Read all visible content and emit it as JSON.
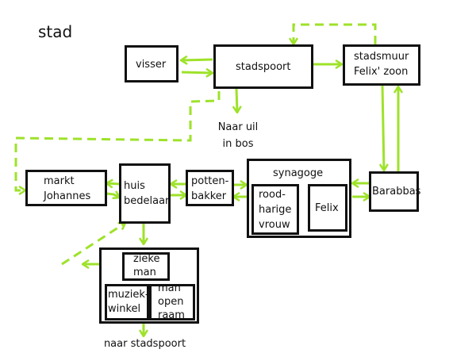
{
  "title": "stad",
  "nodes": {
    "visser": "visser",
    "stadspoort": "stadspoort",
    "stadsmuur": "stadsmuur\nFelix' zoon",
    "naar_uil": "Naar uil\nin bos",
    "markt": "markt\nJohannes",
    "huis_bedelaar": "huis\nbedelaar",
    "pottenbakker": "potten-\nbakker",
    "synagoge": "synagoge",
    "roodharige_vrouw": "rood-\nharige\nvrouw",
    "felix": "Felix",
    "barabbas": "Barabbas",
    "zieke_man": "zieke\nman",
    "muziekwinkel": "muziek-\nwinkel",
    "man_open_raam": "man\nopen\nraam",
    "naar_stadspoort": "naar stadspoort"
  },
  "edges": [
    {
      "from": "stadspoort",
      "to": "visser",
      "style": "solid"
    },
    {
      "from": "visser",
      "to": "stadspoort",
      "style": "solid"
    },
    {
      "from": "stadspoort",
      "to": "stadsmuur",
      "style": "solid"
    },
    {
      "from": "stadsmuur",
      "to": "stadspoort",
      "style": "dashed"
    },
    {
      "from": "stadspoort",
      "to": "naar_uil",
      "style": "solid"
    },
    {
      "from": "stadsmuur",
      "to": "barabbas",
      "style": "solid"
    },
    {
      "from": "barabbas",
      "to": "stadsmuur",
      "style": "solid"
    },
    {
      "from": "barabbas",
      "to": "synagoge",
      "style": "solid"
    },
    {
      "from": "synagoge",
      "to": "barabbas",
      "style": "solid"
    },
    {
      "from": "pottenbakker",
      "to": "synagoge",
      "style": "solid"
    },
    {
      "from": "synagoge",
      "to": "pottenbakker",
      "style": "solid"
    },
    {
      "from": "pottenbakker",
      "to": "huis_bedelaar",
      "style": "solid"
    },
    {
      "from": "huis_bedelaar",
      "to": "pottenbakker",
      "style": "solid"
    },
    {
      "from": "huis_bedelaar",
      "to": "markt",
      "style": "solid"
    },
    {
      "from": "markt",
      "to": "huis_bedelaar",
      "style": "solid"
    },
    {
      "from": "stadspoort",
      "to": "markt",
      "style": "dashed"
    },
    {
      "from": "huis_bedelaar",
      "to": "zieke_man_group",
      "style": "solid"
    },
    {
      "from": "zieke_man_group",
      "to": "huis_bedelaar",
      "style": "dashed"
    },
    {
      "from": "zieke_man_group",
      "to": "naar_stadspoort",
      "style": "solid"
    }
  ],
  "colors": {
    "arrow": "#9ee22a",
    "border": "#111111"
  }
}
